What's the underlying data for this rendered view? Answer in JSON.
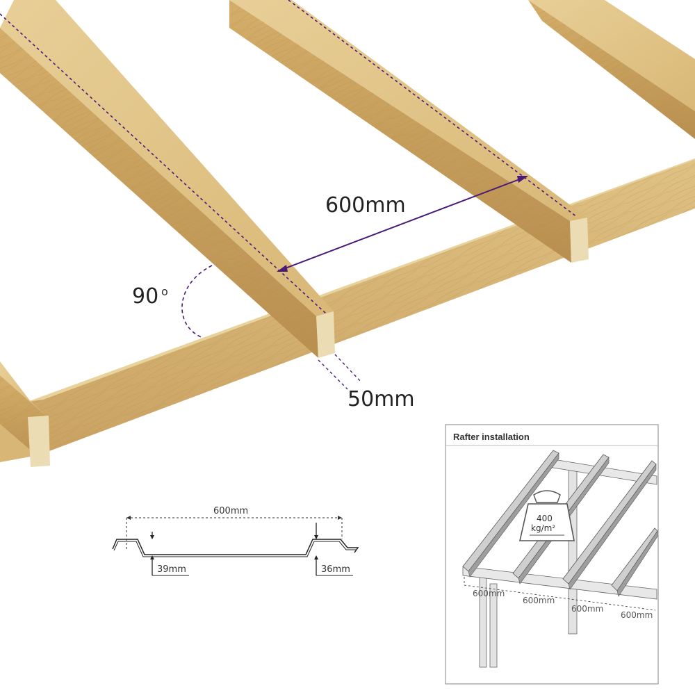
{
  "main_diagram": {
    "spacing_label": "600mm",
    "angle_label": "90",
    "angle_unit": "o",
    "width_label": "50mm",
    "colors": {
      "wood_light": "#e3c88e",
      "wood_mid": "#d2ae6c",
      "wood_dark": "#b88f4e",
      "wood_end": "#eadbb4",
      "dimension_line": "#4a1a78"
    }
  },
  "profile": {
    "span_label": "600mm",
    "left_depth_label": "39mm",
    "right_depth_label": "36mm"
  },
  "inset": {
    "title": "Rafter installation",
    "load_value": "400",
    "load_unit": "kg/m²",
    "spacing_labels": [
      "600mm",
      "600mm",
      "600mm",
      "600mm"
    ]
  }
}
